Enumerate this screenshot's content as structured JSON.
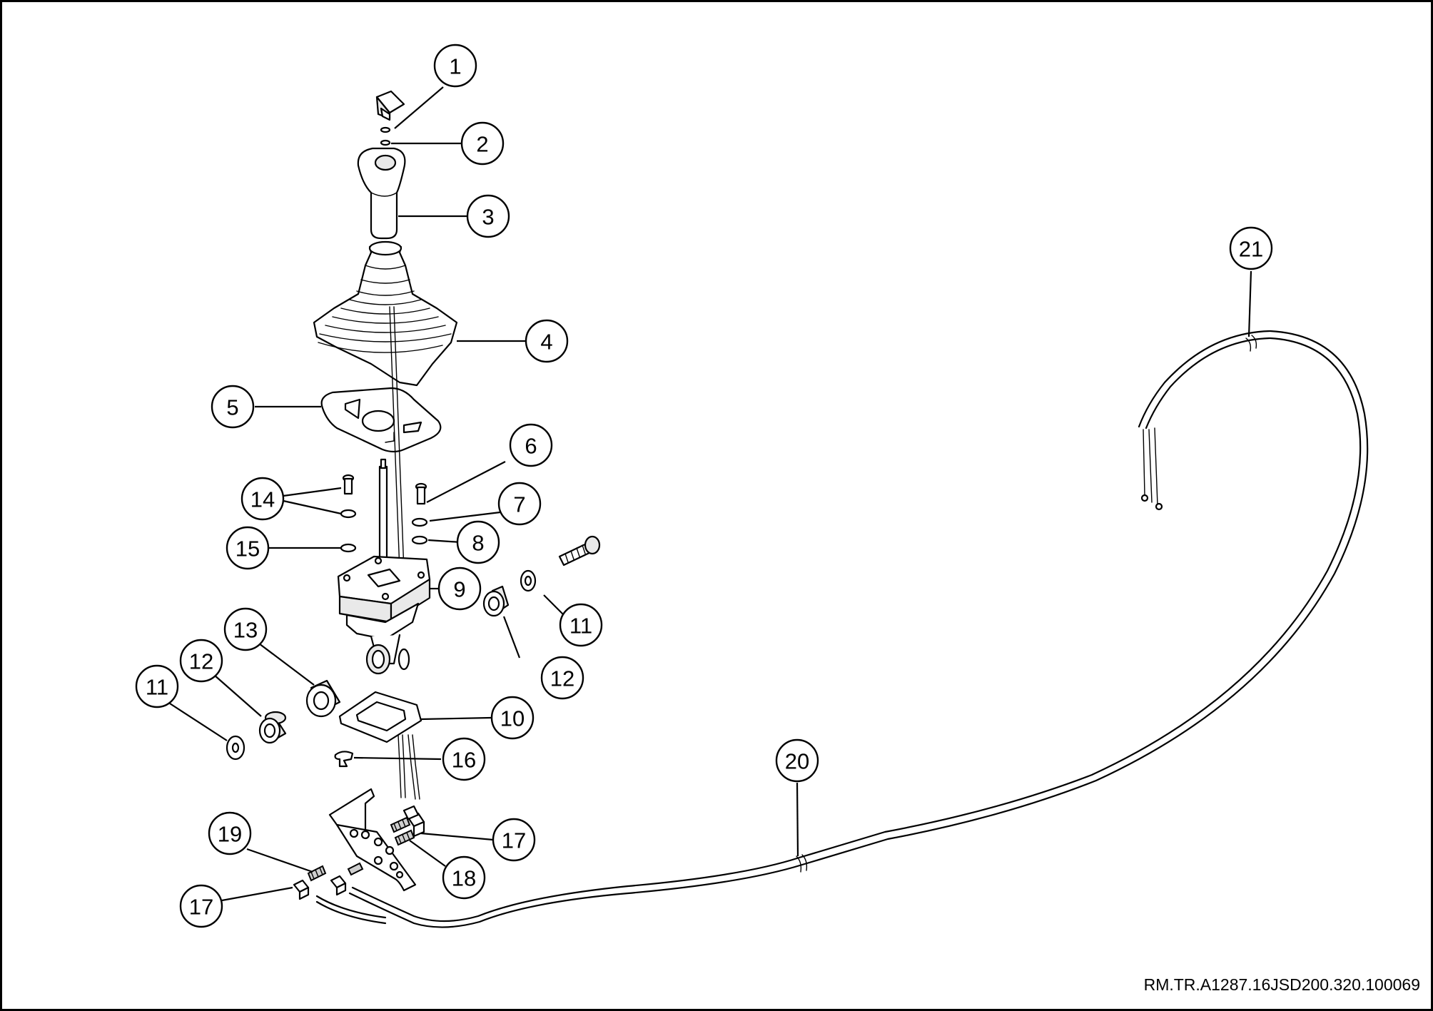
{
  "diagram": {
    "reference_code": "RM.TR.A1287.16JSD200.320.100069",
    "callouts": [
      {
        "label": "1"
      },
      {
        "label": "2"
      },
      {
        "label": "3"
      },
      {
        "label": "4"
      },
      {
        "label": "5"
      },
      {
        "label": "6"
      },
      {
        "label": "7"
      },
      {
        "label": "8"
      },
      {
        "label": "9"
      },
      {
        "label": "10"
      },
      {
        "label": "11"
      },
      {
        "label": "11"
      },
      {
        "label": "12"
      },
      {
        "label": "12"
      },
      {
        "label": "13"
      },
      {
        "label": "14"
      },
      {
        "label": "15"
      },
      {
        "label": "16"
      },
      {
        "label": "17"
      },
      {
        "label": "17"
      },
      {
        "label": "18"
      },
      {
        "label": "19"
      },
      {
        "label": "20"
      },
      {
        "label": "21"
      }
    ]
  }
}
